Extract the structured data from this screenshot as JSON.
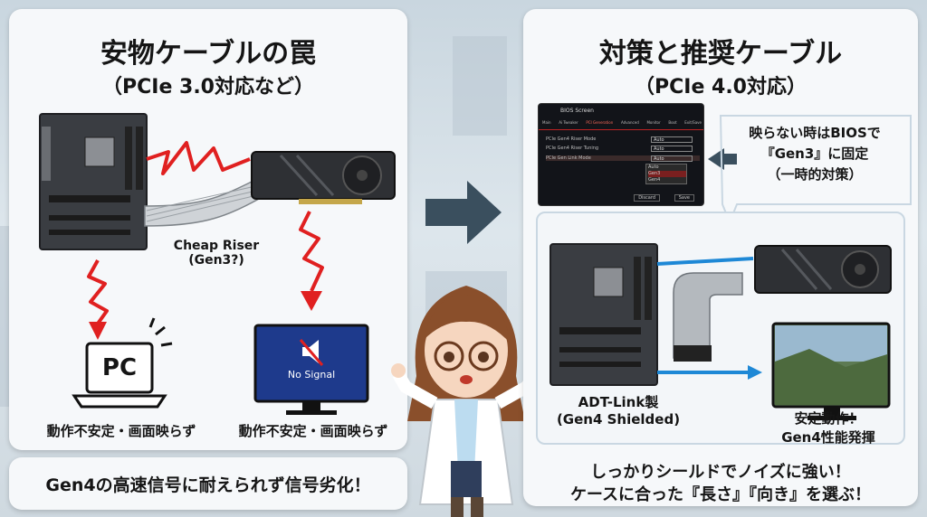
{
  "left": {
    "title": "安物ケーブルの罠",
    "subtitle": "（PCIe 3.0対応など）",
    "riser_label_1": "Cheap Riser",
    "riser_label_2": "(Gen3?)",
    "laptop_text": "PC",
    "monitor_text": "No Signal",
    "caption_left": "動作不安定・画面映らず",
    "caption_right": "動作不安定・画面映らず",
    "footer": "Gen4の高速信号に耐えられず信号劣化！"
  },
  "right": {
    "title": "対策と推奨ケーブル",
    "subtitle": "（PCIe 4.0対応）",
    "callout_1": "映らない時はBIOSで",
    "callout_2": "『Gen3』に固定",
    "callout_3": "（一時的対策）",
    "cable_label_1": "ADT-Link製",
    "cable_label_2": "(Gen4 Shielded)",
    "result_1": "安定動作！",
    "result_2": "Gen4性能発揮",
    "footer_1": "しっかりシールドでノイズに強い！",
    "footer_2": "ケースに合った『長さ』『向き』を選ぶ！",
    "bios": {
      "title": "BIOS Screen",
      "tabs": [
        "Main",
        "Ai Tweaker",
        "PCI Generation",
        "Advanced",
        "Monitor",
        "Boot",
        "Exit/Save"
      ],
      "rows": [
        {
          "label": "PCIe Gen4 Riser Mode",
          "value": "Auto"
        },
        {
          "label": "PCIe Gen4 Riser Tuning",
          "value": "Auto"
        },
        {
          "label": "PCIe Gen Link Mode",
          "value": "Auto"
        }
      ],
      "options": [
        "Auto",
        "Gen3",
        "Gen4"
      ],
      "btn_1": "Discard",
      "btn_2": "Save"
    }
  },
  "colors": {
    "danger": "#e02020",
    "good": "#1e88d6",
    "arrow": "#3a4f5e",
    "panel": "#f6f8fa"
  }
}
